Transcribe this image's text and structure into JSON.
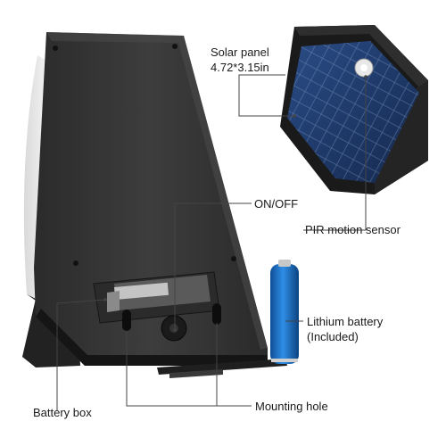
{
  "labels": {
    "solar_panel": "Solar panel",
    "solar_panel_size": "4.72*3.15in",
    "on_off": "ON/OFF",
    "pir_sensor": "PIR motion sensor",
    "lithium_battery": "Lithium battery",
    "lithium_included": "(Included)",
    "battery_box": "Battery box",
    "mounting_hole": "Mounting hole"
  },
  "colors": {
    "housing": "#3a3a3a",
    "housing_dark": "#1f1f1f",
    "solar_cell": "#1f3a66",
    "battery": "#1d72c6",
    "light_shade": "#ececec"
  }
}
